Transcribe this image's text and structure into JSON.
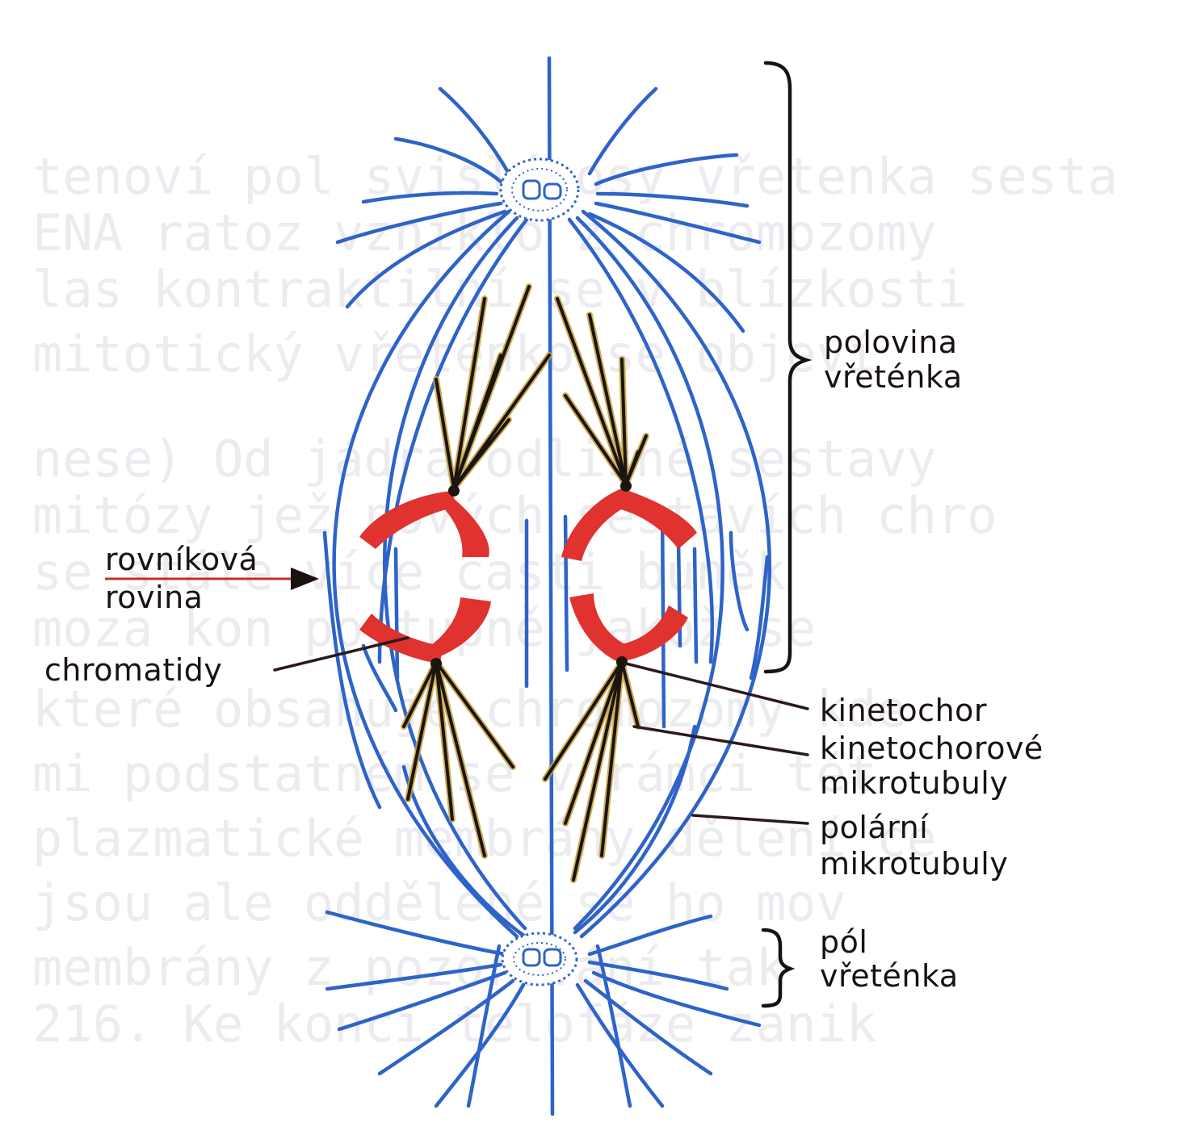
{
  "labels": {
    "spindle_half": {
      "line1": "polovina",
      "line2": "vřeténka"
    },
    "equatorial_plane": {
      "line1": "rovníková",
      "line2": "rovina"
    },
    "chromatids": "chromatidy",
    "kinetochore": "kinetochor",
    "kinetochore_microtubules": {
      "line1": "kinetochorové",
      "line2": "mikrotubuly"
    },
    "polar_microtubules": {
      "line1": "polární",
      "line2": "mikrotubuly"
    },
    "spindle_pole": {
      "line1": "pól",
      "line2": "vřeténka"
    }
  },
  "colors": {
    "microtubule": "#2e63c9",
    "kinetochore_fiber": "#1b1510",
    "kinetochore_fiber_halo": "#c9a23a",
    "chromatid": "#e0322e",
    "centrosome": "#2e63c9",
    "label_text": "#1a1212",
    "pointer": "#2a1a1a",
    "arrow_underline": "#c0302a",
    "bracket": "#1a1212"
  }
}
